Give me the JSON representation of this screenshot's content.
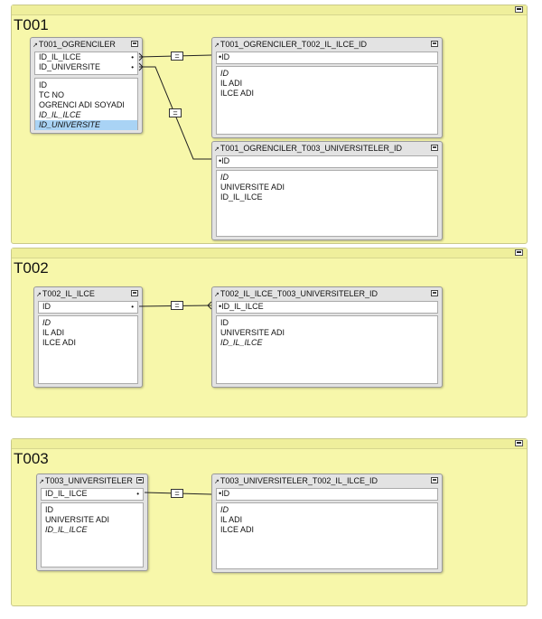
{
  "groups": [
    {
      "title": "T001",
      "tables": {
        "main": {
          "name": "T001_OGRENCILER",
          "keys": [
            "ID_IL_ILCE",
            "ID_UNIVERSITE"
          ],
          "fields": [
            "ID",
            "TC NO",
            "OGRENCI ADI SOYADI",
            "ID_IL_ILCE",
            "ID_UNIVERSITE"
          ]
        },
        "rel1": {
          "name": "T001_OGRENCILER_T002_IL_ILCE_ID",
          "keys": [
            "ID"
          ],
          "fields": [
            "ID",
            "IL ADI",
            "ILCE ADI"
          ]
        },
        "rel2": {
          "name": "T001_OGRENCILER_T003_UNIVERSITELER_ID",
          "keys": [
            "ID"
          ],
          "fields": [
            "ID",
            "UNIVERSITE ADI",
            "ID_IL_ILCE"
          ]
        }
      }
    },
    {
      "title": "T002",
      "tables": {
        "main": {
          "name": "T002_IL_ILCE",
          "keys": [
            "ID"
          ],
          "fields": [
            "ID",
            "IL ADI",
            "ILCE ADI"
          ]
        },
        "rel1": {
          "name": "T002_IL_ILCE_T003_UNIVERSITELER_ID",
          "keys": [
            "ID_IL_ILCE"
          ],
          "fields": [
            "ID",
            "UNIVERSITE ADI",
            "ID_IL_ILCE"
          ]
        }
      }
    },
    {
      "title": "T003",
      "tables": {
        "main": {
          "name": "T003_UNIVERSITELER",
          "keys": [
            "ID_IL_ILCE"
          ],
          "fields": [
            "ID",
            "UNIVERSITE ADI",
            "ID_IL_ILCE"
          ]
        },
        "rel1": {
          "name": "T003_UNIVERSITELER_T002_IL_ILCE_ID",
          "keys": [
            "ID"
          ],
          "fields": [
            "ID",
            "IL ADI",
            "ILCE ADI"
          ]
        }
      }
    }
  ],
  "relationship_operator": "=",
  "selected_field": "ID_UNIVERSITE",
  "colors": {
    "group_bg": "#f7f7aa",
    "table_bg": "#e3e3e3",
    "selection": "#a9d3f5"
  }
}
